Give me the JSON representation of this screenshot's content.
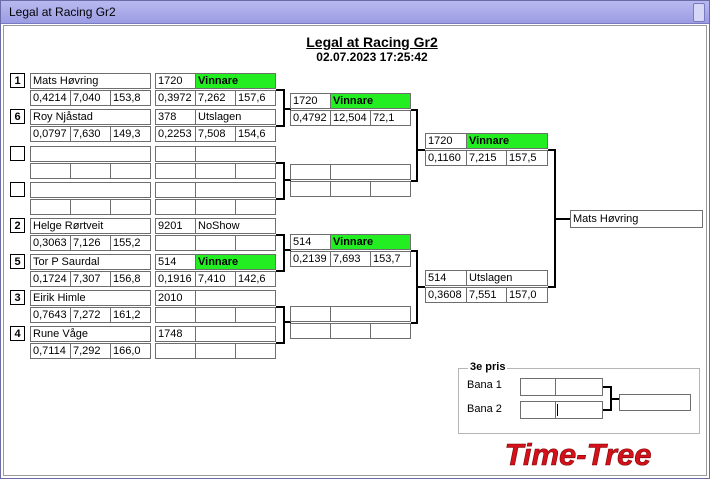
{
  "window": {
    "title": "Legal at Racing Gr2"
  },
  "header": {
    "title": "Legal at Racing Gr2",
    "datetime": "02.07.2023 17:25:42"
  },
  "round1": [
    {
      "seed": "1",
      "name": "Mats Høvring",
      "rt": "0,4214",
      "et": "7,040",
      "speed": "153,8"
    },
    {
      "seed": "6",
      "name": "Roy Njåstad",
      "rt": "0,0797",
      "et": "7,630",
      "speed": "149,3"
    },
    {
      "seed": "",
      "name": "",
      "rt": "",
      "et": "",
      "speed": ""
    },
    {
      "seed": "",
      "name": "",
      "rt": "",
      "et": "",
      "speed": ""
    },
    {
      "seed": "2",
      "name": "Helge Rørtveit",
      "rt": "0,3063",
      "et": "7,126",
      "speed": "155,2"
    },
    {
      "seed": "5",
      "name": "Tor P Saurdal",
      "rt": "0,1724",
      "et": "7,307",
      "speed": "156,8"
    },
    {
      "seed": "3",
      "name": "Eirik Himle",
      "rt": "0,7643",
      "et": "7,272",
      "speed": "161,2"
    },
    {
      "seed": "4",
      "name": "Rune Våge",
      "rt": "0,7114",
      "et": "7,292",
      "speed": "166,0"
    }
  ],
  "round2": [
    {
      "num": "1720",
      "result": "Vinnare",
      "win": true,
      "rt": "0,3972",
      "et": "7,262",
      "speed": "157,6"
    },
    {
      "num": "378",
      "result": "Utslagen",
      "win": false,
      "rt": "0,2253",
      "et": "7,508",
      "speed": "154,6"
    },
    {
      "num": "",
      "result": "",
      "win": false,
      "rt": "",
      "et": "",
      "speed": ""
    },
    {
      "num": "",
      "result": "",
      "win": false,
      "rt": "",
      "et": "",
      "speed": ""
    },
    {
      "num": "9201",
      "result": "NoShow",
      "win": false,
      "rt": "",
      "et": "",
      "speed": ""
    },
    {
      "num": "514",
      "result": "Vinnare",
      "win": true,
      "rt": "0,1916",
      "et": "7,410",
      "speed": "142,6"
    },
    {
      "num": "2010",
      "result": "",
      "win": false,
      "rt": "",
      "et": "",
      "speed": ""
    },
    {
      "num": "1748",
      "result": "",
      "win": false,
      "rt": "",
      "et": "",
      "speed": ""
    }
  ],
  "round3": [
    {
      "num": "1720",
      "result": "Vinnare",
      "win": true,
      "rt": "0,4792",
      "et": "12,504",
      "speed": "72,1"
    },
    {
      "num": "",
      "result": "",
      "win": false,
      "rt": "",
      "et": "",
      "speed": ""
    },
    {
      "num": "514",
      "result": "Vinnare",
      "win": true,
      "rt": "0,2139",
      "et": "7,693",
      "speed": "153,7"
    },
    {
      "num": "",
      "result": "",
      "win": false,
      "rt": "",
      "et": "",
      "speed": ""
    }
  ],
  "semis": [
    {
      "num": "1720",
      "result": "Vinnare",
      "win": true,
      "rt": "0,1160",
      "et": "7,215",
      "speed": "157,5"
    },
    {
      "num": "514",
      "result": "Utslagen",
      "win": false,
      "rt": "0,3608",
      "et": "7,551",
      "speed": "157,0"
    }
  ],
  "final": {
    "winner": "Mats Høvring"
  },
  "third_place": {
    "title": "3e pris",
    "lane1": "Bana 1",
    "lane2": "Bana 2"
  },
  "logo": {
    "text": "Time-Tree",
    "color": "#d4111a"
  },
  "colors": {
    "winner_bg": "#22ee22",
    "titlebar": "#a8a8ea"
  }
}
